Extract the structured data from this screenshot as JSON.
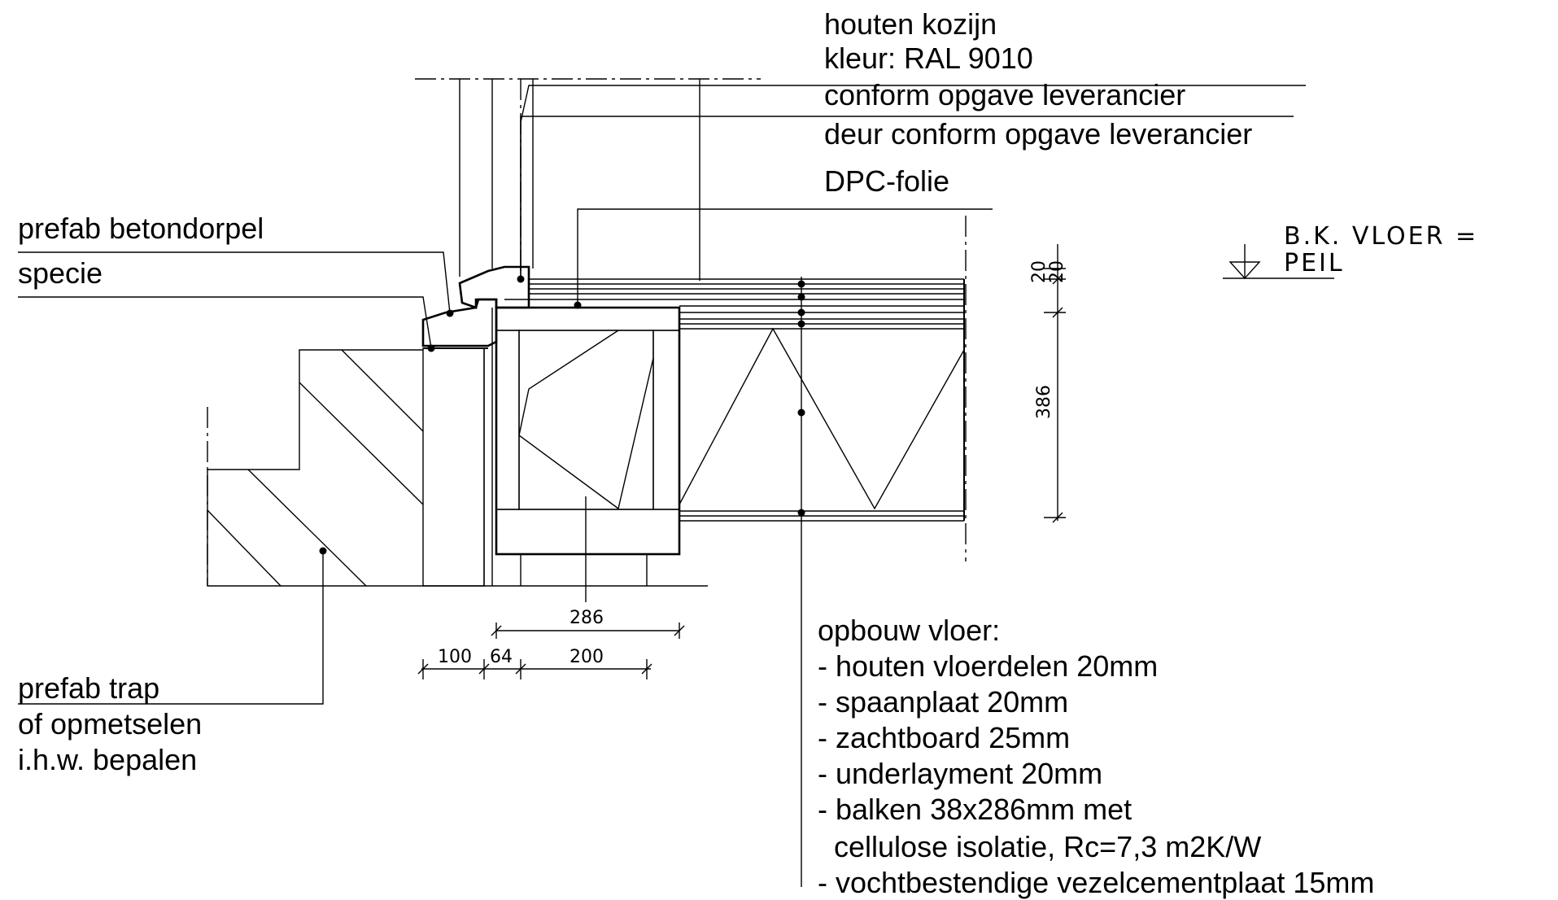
{
  "callouts_top": {
    "kozijn_1": "houten kozijn",
    "kozijn_2": "kleur: RAL 9010",
    "kozijn_3": "conform opgave leverancier",
    "deur": "deur conform opgave leverancier",
    "dpc": "DPC-folie"
  },
  "callouts_left": {
    "dorpel": "prefab betondorpel",
    "specie": "specie",
    "trap_1": "prefab trap",
    "trap_2": "of opmetselen",
    "trap_3": "i.h.w. bepalen"
  },
  "level_mark": {
    "line1": "B.K. VLOER =",
    "line2": "PEIL"
  },
  "dimensions": {
    "d286": "286",
    "d100": "100",
    "d64": "64",
    "d200": "200",
    "d386": "386",
    "d20a": "20",
    "d20b": "20"
  },
  "floor_build": {
    "title": "opbouw vloer:",
    "items": [
      "- houten vloerdelen 20mm",
      "- spaanplaat 20mm",
      "- zachtboard 25mm",
      "- underlayment 20mm",
      "- balken 38x286mm met",
      "  cellulose isolatie, Rc=7,3 m2K/W",
      "- vochtbestendige vezelcementplaat 15mm"
    ]
  }
}
